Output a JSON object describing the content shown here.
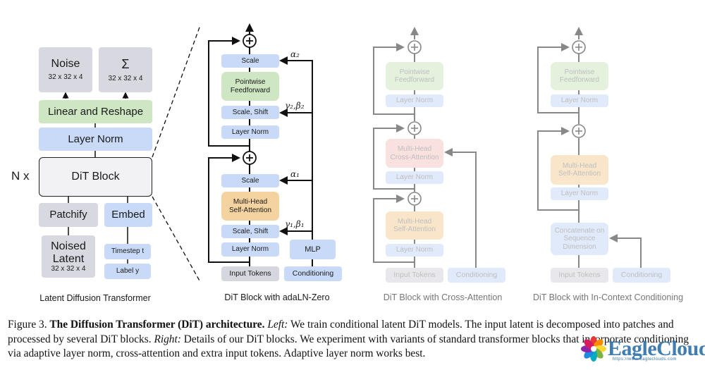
{
  "left": {
    "outputs": [
      {
        "label": "Noise",
        "shape": "32 x 32 x 4"
      },
      {
        "label": "Σ",
        "shape": "32 x 32 x 4"
      }
    ],
    "linear_reshape": "Linear and Reshape",
    "layer_norm": "Layer Norm",
    "repeat": "N x",
    "dit_block": "DiT Block",
    "patchify": "Patchify",
    "embed": "Embed",
    "noised_latent": {
      "line1": "Noised",
      "line2": "Latent",
      "shape": "32 x 32 x 4"
    },
    "timestep": "Timestep t",
    "label": "Label y",
    "title": "Latent Diffusion Transformer"
  },
  "adaln": {
    "title": "DiT Block with adaLN-Zero",
    "scale2": "Scale",
    "ffn": "Pointwise Feedforward",
    "scale_shift2": "Scale, Shift",
    "ln2": "Layer Norm",
    "scale1": "Scale",
    "mhsa": "Multi-Head Self-Attention",
    "scale_shift1": "Scale, Shift",
    "ln1": "Layer Norm",
    "mlp": "MLP",
    "input_tokens": "Input Tokens",
    "conditioning": "Conditioning",
    "alpha2": "α₂",
    "gamma_beta2": "γ₂,β₂",
    "alpha1": "α₁",
    "gamma_beta1": "γ₁,β₁"
  },
  "cross": {
    "title": "DiT Block with Cross-Attention",
    "ffn": "Pointwise Feedforward",
    "ln3": "Layer Norm",
    "mhca": "Multi-Head Cross-Attention",
    "ln2": "Layer Norm",
    "mhsa": "Multi-Head Self-Attention",
    "ln1": "Layer Norm",
    "input_tokens": "Input Tokens",
    "conditioning": "Conditioning"
  },
  "incontext": {
    "title": "DiT Block with In-Context Conditioning",
    "ffn": "Pointwise Feedforward",
    "ln2": "Layer Norm",
    "mhsa": "Multi-Head Self-Attention",
    "ln1": "Layer Norm",
    "concat": "Concatenate on Sequence Dimension",
    "input_tokens": "Input Tokens",
    "conditioning": "Conditioning"
  },
  "caption": {
    "prefix": "Figure 3. ",
    "bold": "The Diffusion Transformer (DiT) architecture.",
    "left_label": "Left:",
    "left_text": " We train conditional latent DiT models. The input latent is decomposed into patches and processed by several DiT blocks. ",
    "right_label": "Right:",
    "right_text": " Details of our DiT blocks. We experiment with variants of standard transformer blocks that incorporate conditioning via adaptive layer norm, cross-attention and extra input tokens. Adaptive layer norm works best."
  },
  "watermark": {
    "text": "EagleClouds",
    "url": "https://www.eagleclouds.com"
  }
}
